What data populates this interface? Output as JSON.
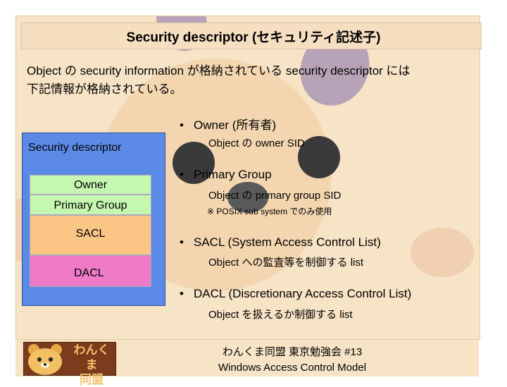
{
  "slide": {
    "title": "Security descriptor (セキュリティ記述子)",
    "intro_line1": "Object の security information が格納されている security descriptor には",
    "intro_line2": "下記情報が格納されている。"
  },
  "diagram": {
    "box_label": "Security descriptor",
    "fields": [
      "Owner",
      "Primary Group",
      "SACL",
      "DACL"
    ],
    "colors": {
      "outer": "#5b8ae6",
      "owner": "#c6f7b0",
      "primary_group": "#c6f7b0",
      "sacl": "#fbc585",
      "dacl": "#ef7ac6"
    }
  },
  "bullets": [
    {
      "text": "Owner (所有者)",
      "sub": "Object の owner SID",
      "note": ""
    },
    {
      "text": "Primary Group",
      "sub": "Object の primary group SID",
      "note": "※ POSIX sub system でのみ使用"
    },
    {
      "text": "SACL (System Access Control List)",
      "sub": "Object への監査等を制御する list",
      "note": ""
    },
    {
      "text": "DACL (Discretionary Access Control List)",
      "sub": "Object を扱えるか制御する list",
      "note": ""
    }
  ],
  "footer": {
    "logo_text_line1": "わんくま",
    "logo_text_line2": "同盟",
    "line1": "わんくま同盟 東京勉強会 #13",
    "line2": "Windows Access Control Model"
  }
}
